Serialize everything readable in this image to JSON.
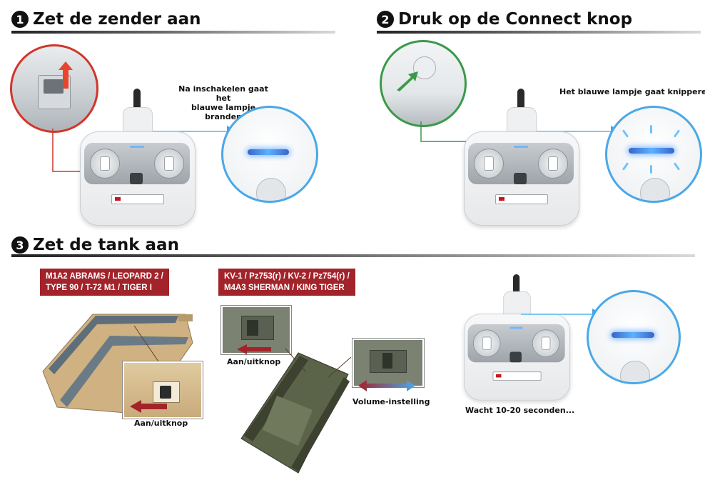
{
  "steps": [
    {
      "number": "1",
      "title": "Zet de zender aan",
      "caption_line1": "Na inschakelen gaat het",
      "caption_line2": "blauwe lampje branden"
    },
    {
      "number": "2",
      "title": "Druk op de Connect knop",
      "caption": "Het blauwe lampje gaat knipperen"
    },
    {
      "number": "3",
      "title": "Zet de tank aan",
      "wait_caption": "Wacht 10-20 seconden..."
    }
  ],
  "tank_groups": [
    {
      "line1": "M1A2 ABRAMS / LEOPARD 2 /",
      "line2": "TYPE 90 / T-72 M1 / TIGER I",
      "switch_label": "Aan/uitknop"
    },
    {
      "line1": "KV-1 / Pz753(r) / KV-2 / Pz754(r) /",
      "line2": "M4A3 SHERMAN / KING TIGER",
      "switch_label": "Aan/uitknop",
      "volume_label": "Volume-instelling"
    }
  ],
  "colors": {
    "accent_red": "#a3232a",
    "led_blue": "#5ab3ff",
    "pointer_red": "#d2352a",
    "pointer_green": "#3b9a4a",
    "pointer_blue": "#4aa8e8"
  },
  "icons": [
    "number-badge",
    "arrow-up-icon",
    "arrow-left-icon",
    "arrow-diagonal-icon",
    "double-arrow-icon"
  ]
}
